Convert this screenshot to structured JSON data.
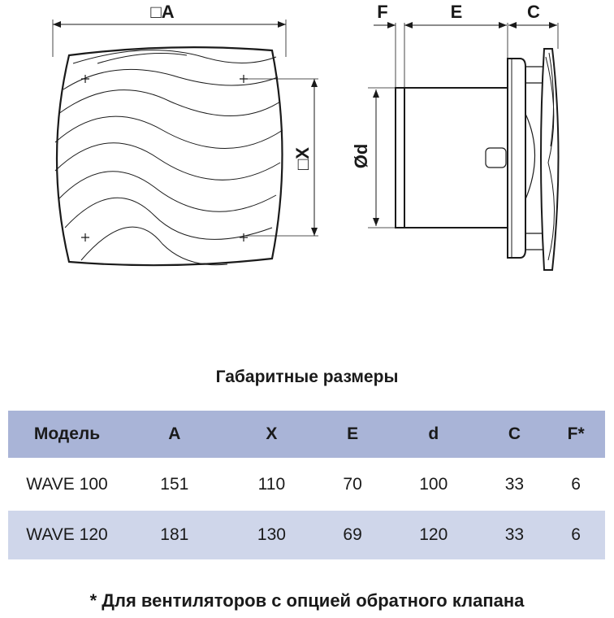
{
  "drawing": {
    "front_labels": {
      "A": "□A",
      "X": "□X"
    },
    "side_labels": {
      "F": "F",
      "E": "E",
      "C": "C",
      "d": "Ød"
    }
  },
  "title": "Габаритные размеры",
  "table": {
    "headers": [
      "Модель",
      "A",
      "X",
      "E",
      "d",
      "C",
      "F*"
    ],
    "rows": [
      [
        "WAVE 100",
        "151",
        "110",
        "70",
        "100",
        "33",
        "6"
      ],
      [
        "WAVE 120",
        "181",
        "130",
        "69",
        "120",
        "33",
        "6"
      ]
    ]
  },
  "footnote": "* Для вентиляторов с опцией обратного клапана",
  "colors": {
    "header_bg": "#a9b4d7",
    "alt_row_bg": "#cfd6ea"
  }
}
